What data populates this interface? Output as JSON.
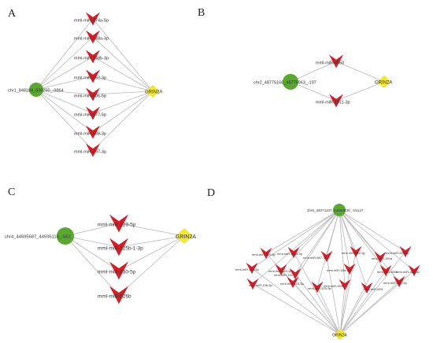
{
  "panels": [
    {
      "letter": "A",
      "circle": "chr1_848184_836250_-9864",
      "diamond": "GRIN2A",
      "mirnas": [
        "mml-miR-374a-5p",
        "mml-miR-148a-3p",
        "mml-miR-148b-3p",
        "mml-miR-152-3p",
        "mml-miR-506-5p",
        "mml-miR-577-5p",
        "mml-miR-188-3p",
        "mml-miR-197-3p"
      ]
    },
    {
      "letter": "B",
      "circle": "chr2_48775168_48775963_-197",
      "diamond": "GRIN2A",
      "mirnas": [
        "mml-miR-4650",
        "mml-miR-1911-3p"
      ]
    },
    {
      "letter": "C",
      "circle": "chr4_44595687_44595116_-551",
      "diamond": "GRIN2A",
      "mirnas": [
        "mml-miR-129-5p",
        "mml-miR-125b-1-3p",
        "mml-miR-330-5p",
        "mml-miR-526b"
      ]
    },
    {
      "letter": "D",
      "circle": "chr6_44071107_44093030_-15127",
      "diamond": "GRIN2A",
      "mirnas": [
        "mml-miR-539-5p",
        "mml-miR-1915-5p",
        "mml-miR-512-3p",
        "mml-miR-593-3p",
        "mml-miR-567-3p",
        "mml-miR-300a",
        "mml-miR-25a-5p",
        "mml-miR-340-5p",
        "mml-miR-18a-3p",
        "mml-miR-650b",
        "mml-miR-208-5p",
        "mml-miR-136-5p",
        "mml-miR-151",
        "mml-miR-143-5p",
        "mml-miR-4536",
        "mml-miR-519-5p",
        "mml-miR-425-5p",
        "mml-miR-603"
      ]
    }
  ],
  "colors": {
    "circle": "#5aa832",
    "arrow": "#d0202a",
    "diamond": "#f2e833",
    "edge": "#b9b9b9"
  },
  "icons": {
    "source": "green-circle",
    "mirna": "red-chevron",
    "target": "yellow-diamond"
  }
}
